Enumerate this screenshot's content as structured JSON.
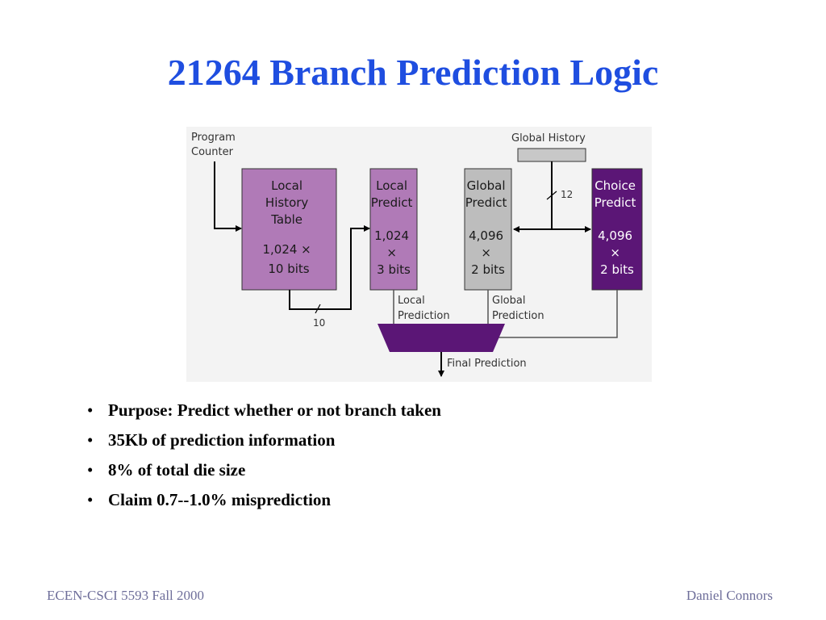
{
  "slide": {
    "title": "21264 Branch Prediction Logic",
    "bullets": [
      "Purpose: Predict whether or not branch taken",
      "35Kb of prediction information",
      "8% of total die size",
      "Claim 0.7--1.0% misprediction"
    ],
    "footer_left": "ECEN-CSCI 5593 Fall 2000",
    "footer_right": "Daniel  Connors"
  },
  "diagram": {
    "program_counter": [
      "Program",
      "Counter"
    ],
    "global_history": "Global History",
    "local_history_table": [
      "Local",
      "History",
      "Table",
      "1,024 ×",
      "10 bits"
    ],
    "local_predict": [
      "Local",
      "Predict",
      "1,024",
      "×",
      "3 bits"
    ],
    "global_predict": [
      "Global",
      "Predict",
      "4,096",
      "×",
      "2 bits"
    ],
    "choice_predict": [
      "Choice",
      "Predict",
      "4,096",
      "×",
      "2 bits"
    ],
    "bus_width_global": "12",
    "bus_width_local": "10",
    "local_prediction": [
      "Local",
      "Prediction"
    ],
    "global_prediction": [
      "Global",
      "Prediction"
    ],
    "final_prediction": "Final Prediction",
    "colors": {
      "background": "#f3f3f3",
      "local_box": "#b07ab7",
      "global_box": "#bdbdbd",
      "choice_box": "#5b1676",
      "mux": "#5b1676"
    }
  }
}
